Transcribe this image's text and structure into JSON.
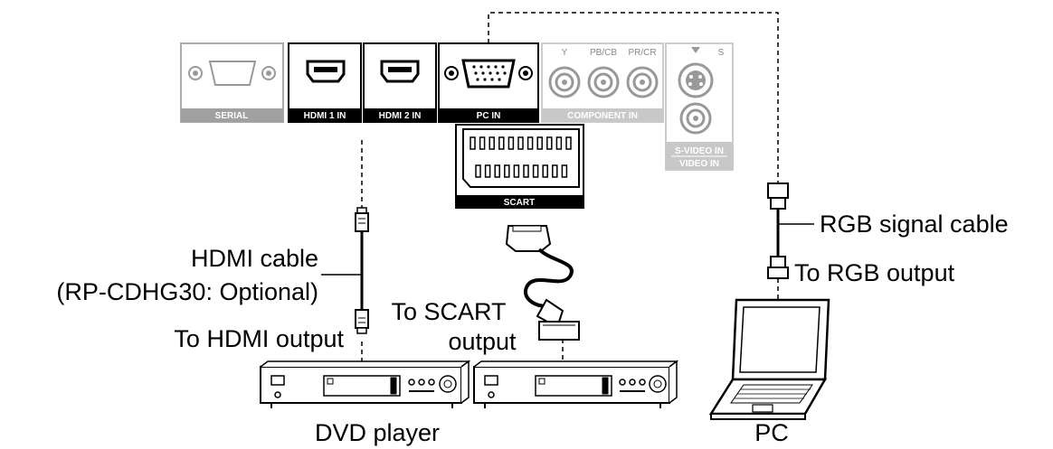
{
  "panel": {
    "ports": {
      "serial": "SERIAL",
      "hdmi1": "HDMI 1 IN",
      "hdmi2": "HDMI 2 IN",
      "pc": "PC IN",
      "component": "COMPONENT IN",
      "component_y": "Y",
      "component_pb": "PB/CB",
      "component_pr": "PR/CR",
      "svideo_s": "S",
      "svideo": "S-VIDEO IN",
      "video": "VIDEO IN",
      "scart": "SCART"
    }
  },
  "labels": {
    "hdmi_cable": "HDMI cable",
    "hdmi_optional": "(RP-CDHG30: Optional)",
    "to_hdmi_output": "To HDMI output",
    "to_scart_line1": "To SCART",
    "to_scart_line2": "output",
    "rgb_signal_cable": "RGB signal cable",
    "to_rgb_output": "To RGB output",
    "dvd_player": "DVD player",
    "pc": "PC"
  },
  "colors": {
    "black": "#000000",
    "gray_panel": "#9a9a9a",
    "light_panel": "#d8d8d8"
  }
}
